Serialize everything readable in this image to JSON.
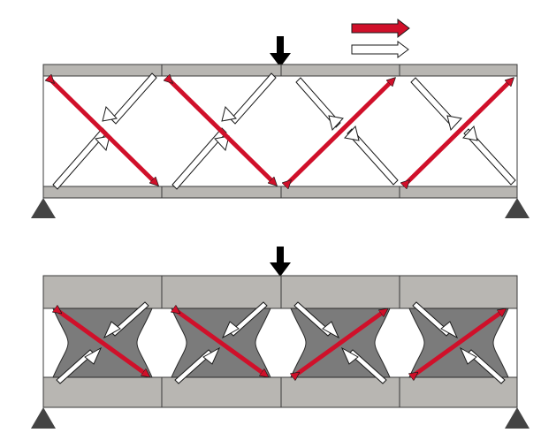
{
  "diagram": {
    "legend": {
      "items": [
        {
          "kind": "tension",
          "color": "#d0102a"
        },
        {
          "kind": "compression",
          "color": "#ffffff"
        }
      ]
    },
    "colors": {
      "chord": "#b8b6b2",
      "chord_stroke": "#3a3a3a",
      "panel_fill": "#7b7b7b",
      "tension": "#d0102a",
      "compression": "#ffffff",
      "arrow_outline": "#1a1a1a",
      "support": "#444444",
      "load": "#000000"
    },
    "upper_truss": {
      "panels": 4,
      "load": "point-load-top-center",
      "supports": [
        "left",
        "right"
      ]
    },
    "lower_beam": {
      "panels": 4,
      "load": "point-load-top-center",
      "supports": [
        "left",
        "right"
      ]
    }
  }
}
